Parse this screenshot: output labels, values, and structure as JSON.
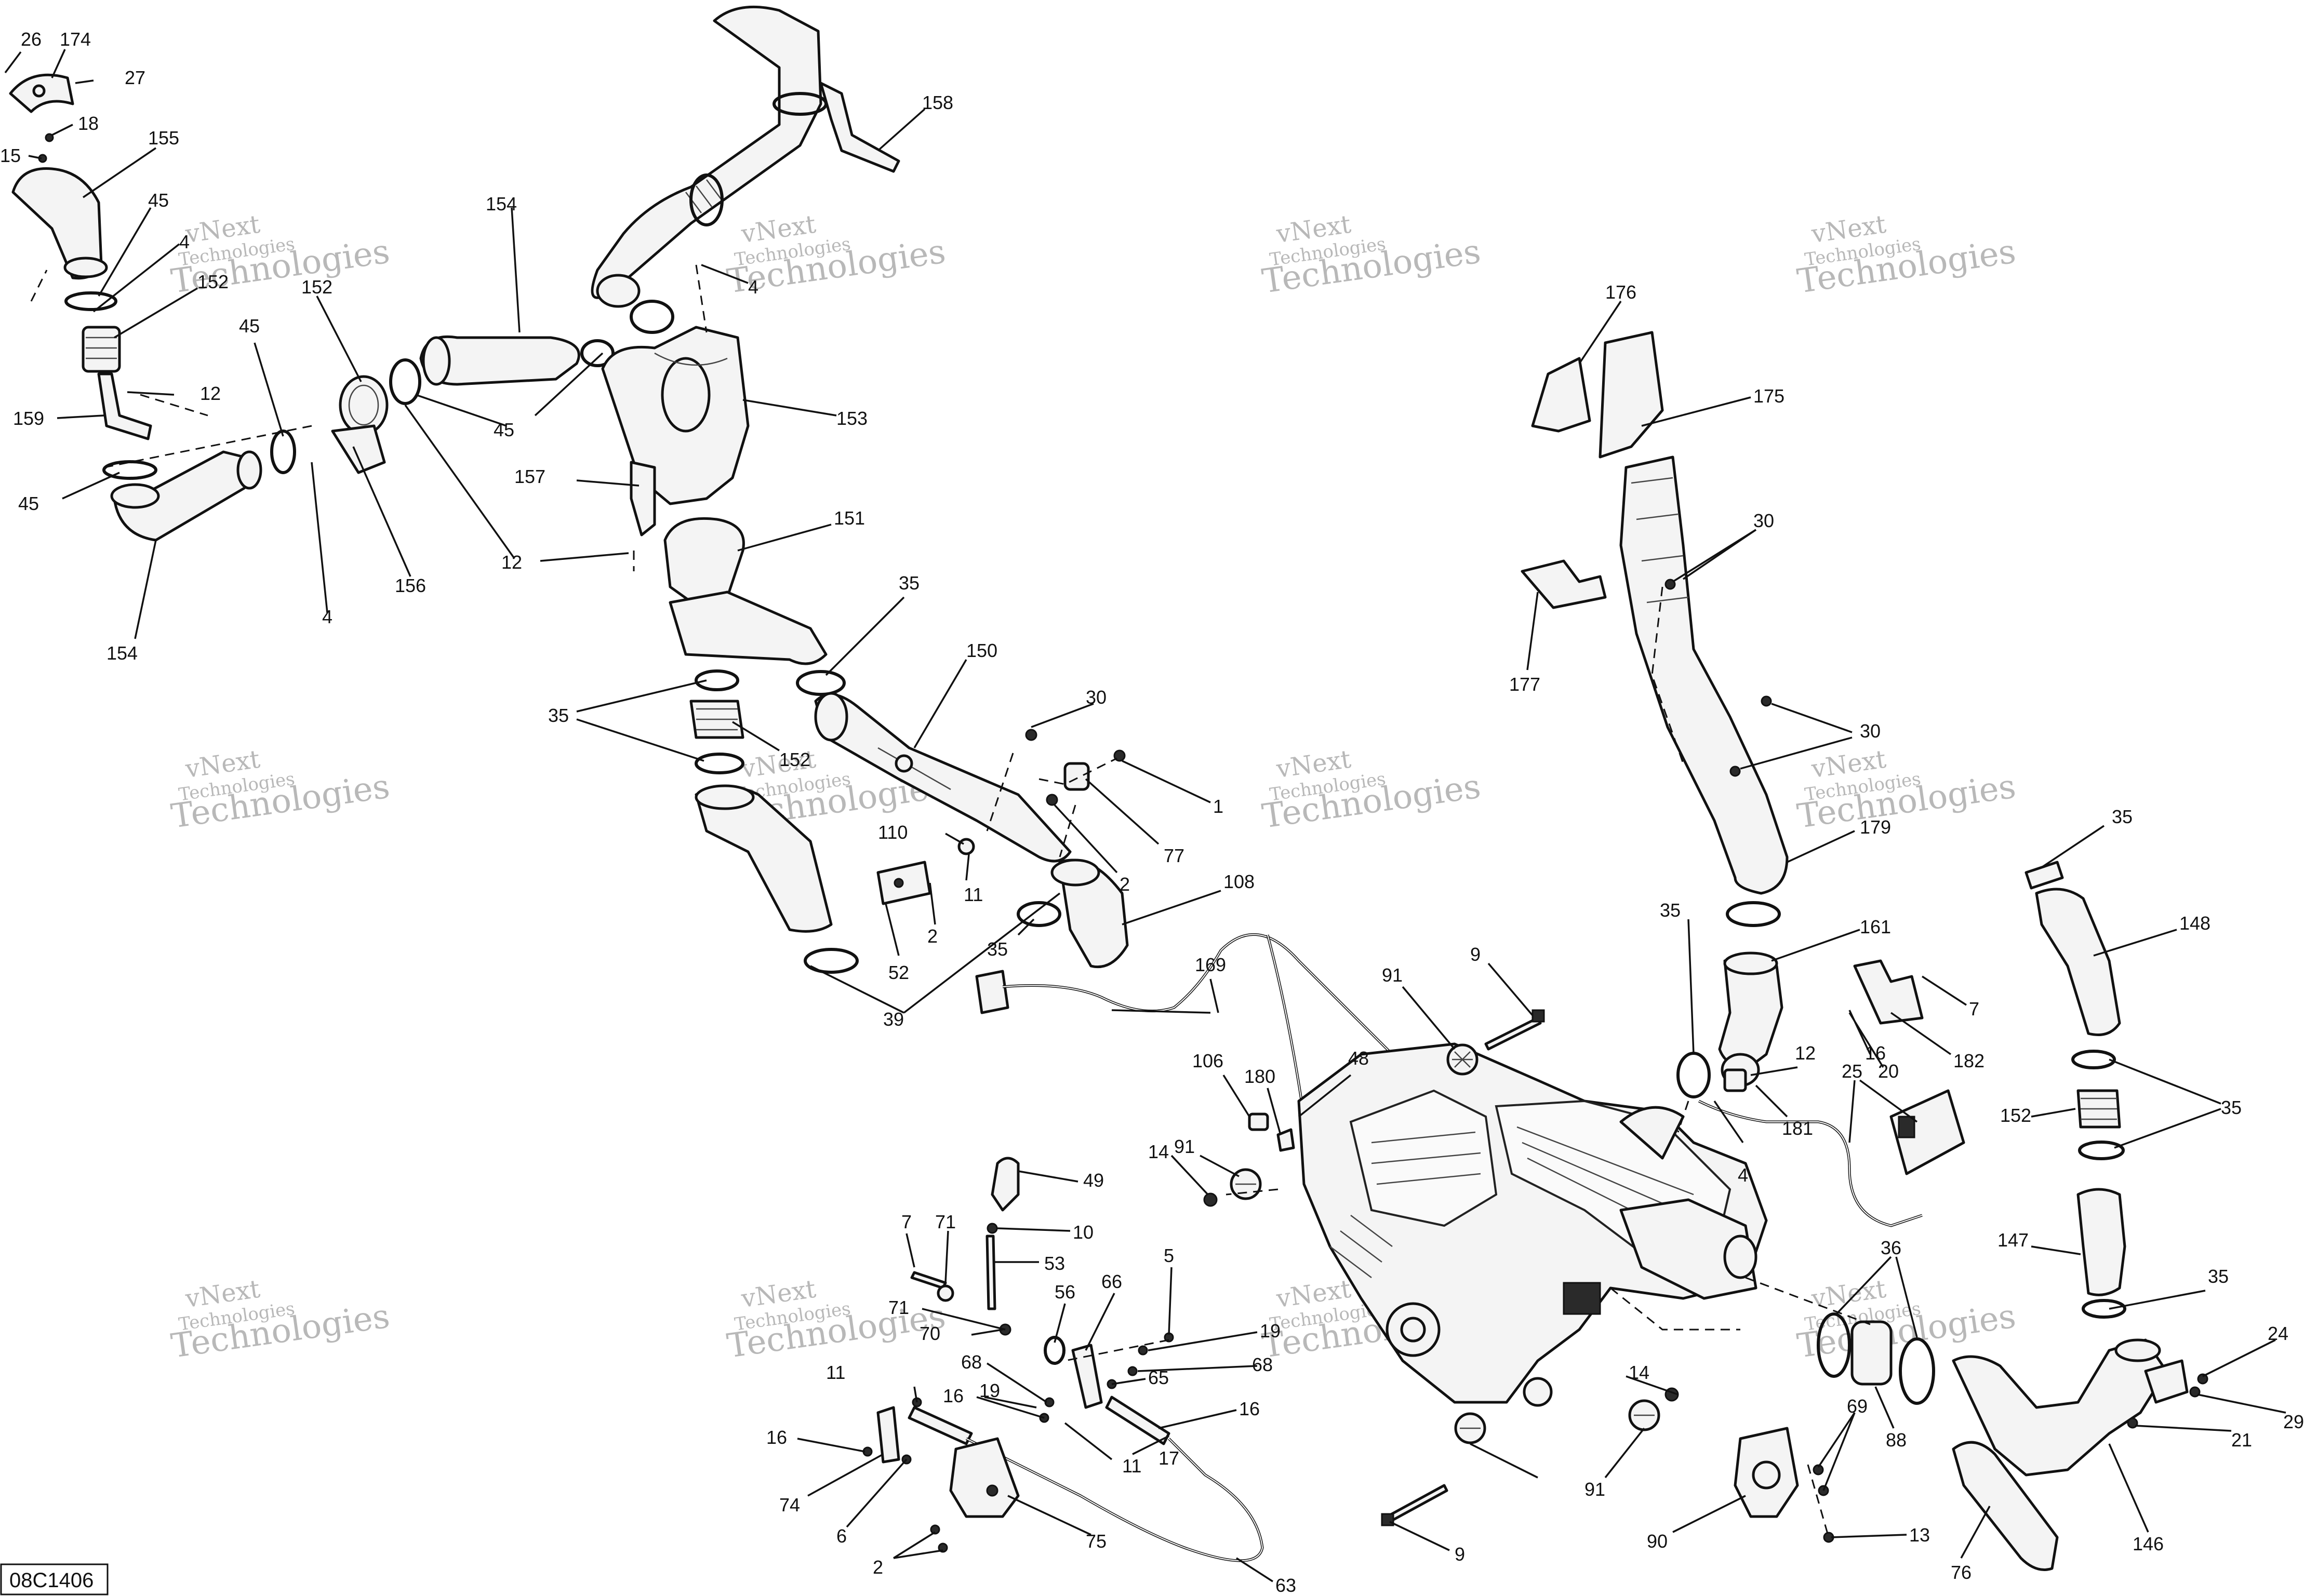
{
  "diagram_code": "08C1406",
  "watermark": {
    "line1": "vNext",
    "line2": "Technologies",
    "line3": "Technologies"
  },
  "callouts": [
    {
      "id": "c26",
      "t": "26"
    },
    {
      "id": "c174",
      "t": "174"
    },
    {
      "id": "c27",
      "t": "27"
    },
    {
      "id": "c18",
      "t": "18"
    },
    {
      "id": "c15",
      "t": "15"
    },
    {
      "id": "c155",
      "t": "155"
    },
    {
      "id": "c45a",
      "t": "45"
    },
    {
      "id": "c4a",
      "t": "4"
    },
    {
      "id": "c152a",
      "t": "152"
    },
    {
      "id": "c12a",
      "t": "12"
    },
    {
      "id": "c159",
      "t": "159"
    },
    {
      "id": "c45b",
      "t": "45"
    },
    {
      "id": "c154a",
      "t": "154"
    },
    {
      "id": "c45c",
      "t": "45"
    },
    {
      "id": "c152b",
      "t": "152"
    },
    {
      "id": "c4b",
      "t": "4"
    },
    {
      "id": "c156",
      "t": "156"
    },
    {
      "id": "c154b",
      "t": "154"
    },
    {
      "id": "c45d",
      "t": "45"
    },
    {
      "id": "c12b",
      "t": "12"
    },
    {
      "id": "c158",
      "t": "158"
    },
    {
      "id": "c4c",
      "t": "4"
    },
    {
      "id": "c153",
      "t": "153"
    },
    {
      "id": "c157",
      "t": "157"
    },
    {
      "id": "c151",
      "t": "151"
    },
    {
      "id": "c35a",
      "t": "35"
    },
    {
      "id": "c150",
      "t": "150"
    },
    {
      "id": "c35b",
      "t": "35"
    },
    {
      "id": "c152c",
      "t": "152"
    },
    {
      "id": "c30a",
      "t": "30"
    },
    {
      "id": "c1",
      "t": "1"
    },
    {
      "id": "c77",
      "t": "77"
    },
    {
      "id": "c110",
      "t": "110"
    },
    {
      "id": "c11a",
      "t": "11"
    },
    {
      "id": "c2a",
      "t": "2"
    },
    {
      "id": "c2b",
      "t": "2"
    },
    {
      "id": "c52",
      "t": "52"
    },
    {
      "id": "c108",
      "t": "108"
    },
    {
      "id": "c35c",
      "t": "35"
    },
    {
      "id": "c39",
      "t": "39"
    },
    {
      "id": "c169",
      "t": "169"
    },
    {
      "id": "c176",
      "t": "176"
    },
    {
      "id": "c175",
      "t": "175"
    },
    {
      "id": "c30b",
      "t": "30"
    },
    {
      "id": "c177",
      "t": "177"
    },
    {
      "id": "c30c",
      "t": "30"
    },
    {
      "id": "c179",
      "t": "179"
    },
    {
      "id": "c35d",
      "t": "35"
    },
    {
      "id": "c161",
      "t": "161"
    },
    {
      "id": "c7a",
      "t": "7"
    },
    {
      "id": "c182",
      "t": "182"
    },
    {
      "id": "c16a",
      "t": "16"
    },
    {
      "id": "c20",
      "t": "20"
    },
    {
      "id": "c12c",
      "t": "12"
    },
    {
      "id": "c25",
      "t": "25"
    },
    {
      "id": "c4d",
      "t": "4"
    },
    {
      "id": "c181",
      "t": "181"
    },
    {
      "id": "c9a",
      "t": "9"
    },
    {
      "id": "c91a",
      "t": "91"
    },
    {
      "id": "c48",
      "t": "48"
    },
    {
      "id": "c106",
      "t": "106"
    },
    {
      "id": "c180",
      "t": "180"
    },
    {
      "id": "c91b",
      "t": "91"
    },
    {
      "id": "c14a",
      "t": "14"
    },
    {
      "id": "c35e",
      "t": "35"
    },
    {
      "id": "c148",
      "t": "148"
    },
    {
      "id": "c35f",
      "t": "35"
    },
    {
      "id": "c152d",
      "t": "152"
    },
    {
      "id": "c147",
      "t": "147"
    },
    {
      "id": "c35g",
      "t": "35"
    },
    {
      "id": "c24",
      "t": "24"
    },
    {
      "id": "c29",
      "t": "29"
    },
    {
      "id": "c21",
      "t": "21"
    },
    {
      "id": "c146",
      "t": "146"
    },
    {
      "id": "c76",
      "t": "76"
    },
    {
      "id": "c36",
      "t": "36"
    },
    {
      "id": "c88",
      "t": "88"
    },
    {
      "id": "c69",
      "t": "69"
    },
    {
      "id": "c13",
      "t": "13"
    },
    {
      "id": "c90",
      "t": "90"
    },
    {
      "id": "c14b",
      "t": "14"
    },
    {
      "id": "c91c",
      "t": "91"
    },
    {
      "id": "c9b",
      "t": "9"
    },
    {
      "id": "c49",
      "t": "49"
    },
    {
      "id": "c7b",
      "t": "7"
    },
    {
      "id": "c71a",
      "t": "71"
    },
    {
      "id": "c10",
      "t": "10"
    },
    {
      "id": "c53",
      "t": "53"
    },
    {
      "id": "c71b",
      "t": "71"
    },
    {
      "id": "c56",
      "t": "56"
    },
    {
      "id": "c70",
      "t": "70"
    },
    {
      "id": "c66",
      "t": "66"
    },
    {
      "id": "c5",
      "t": "5"
    },
    {
      "id": "c19a",
      "t": "19"
    },
    {
      "id": "c68a",
      "t": "68"
    },
    {
      "id": "c65",
      "t": "65"
    },
    {
      "id": "c68b",
      "t": "68"
    },
    {
      "id": "c19b",
      "t": "19"
    },
    {
      "id": "c16b",
      "t": "16"
    },
    {
      "id": "c16c",
      "t": "16"
    },
    {
      "id": "c11b",
      "t": "11"
    },
    {
      "id": "c11c",
      "t": "11"
    },
    {
      "id": "c17",
      "t": "17"
    },
    {
      "id": "c16d",
      "t": "16"
    },
    {
      "id": "c74",
      "t": "74"
    },
    {
      "id": "c6",
      "t": "6"
    },
    {
      "id": "c2c",
      "t": "2"
    },
    {
      "id": "c75",
      "t": "75"
    },
    {
      "id": "c63",
      "t": "63"
    }
  ]
}
